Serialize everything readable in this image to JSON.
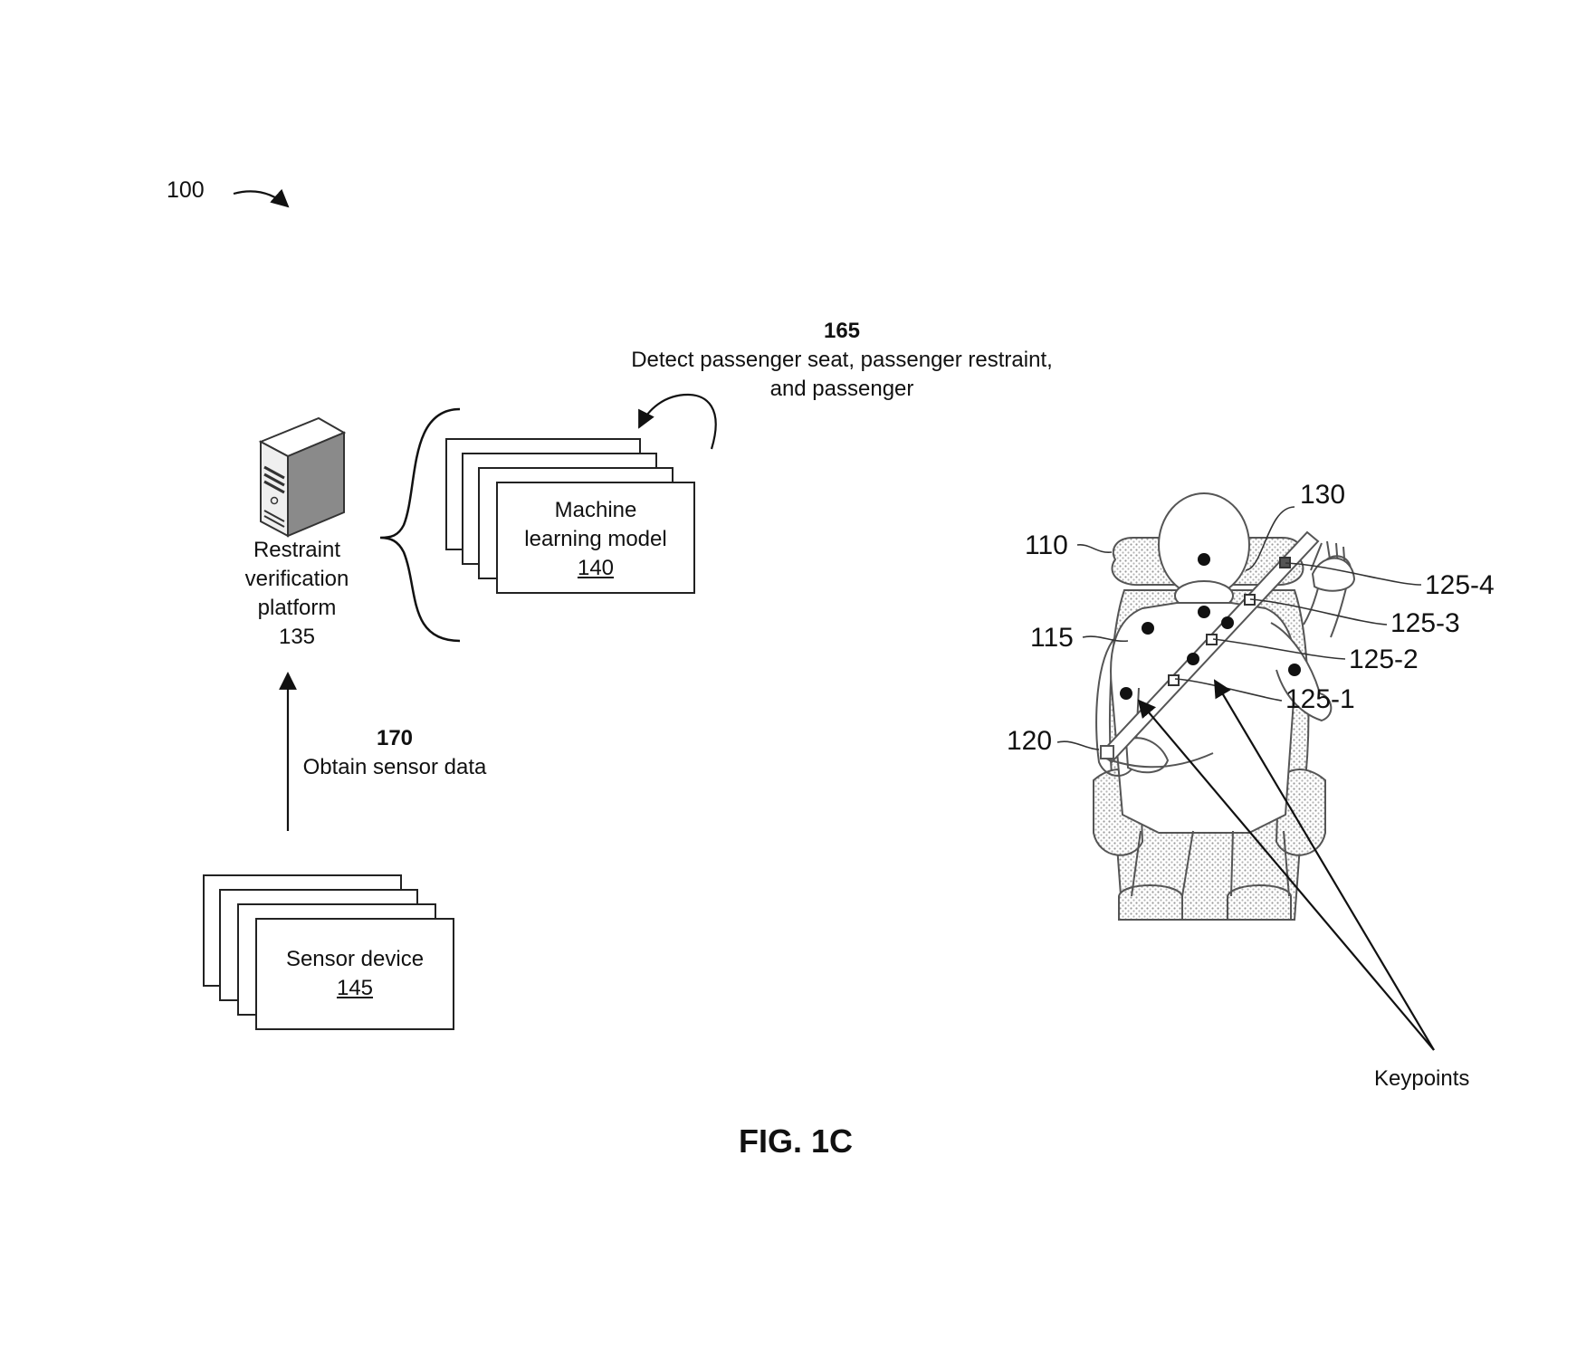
{
  "figure": {
    "ref_100": "100",
    "title": "FIG. 1C"
  },
  "platform": {
    "line1": "Restraint",
    "line2": "verification",
    "line3": "platform",
    "ref": "135",
    "icon": "server-tower-icon"
  },
  "ml_model": {
    "line1": "Machine",
    "line2": "learning model",
    "ref": "140"
  },
  "sensor": {
    "line1": "Sensor device",
    "ref": "145"
  },
  "step165": {
    "num": "165",
    "line1": "Detect passenger seat, passenger restraint,",
    "line2": "and passenger"
  },
  "step170": {
    "num": "170",
    "line1": "Obtain sensor data"
  },
  "callouts": {
    "seat": "110",
    "restraint": "115",
    "buckle": "120",
    "kp1": "125-1",
    "kp2": "125-2",
    "kp3": "125-3",
    "kp4": "125-4",
    "passenger": "130",
    "keypoints": "Keypoints"
  },
  "colors": {
    "ink": "#111111",
    "outline": "#555555",
    "shade": "#d9d9d9"
  }
}
